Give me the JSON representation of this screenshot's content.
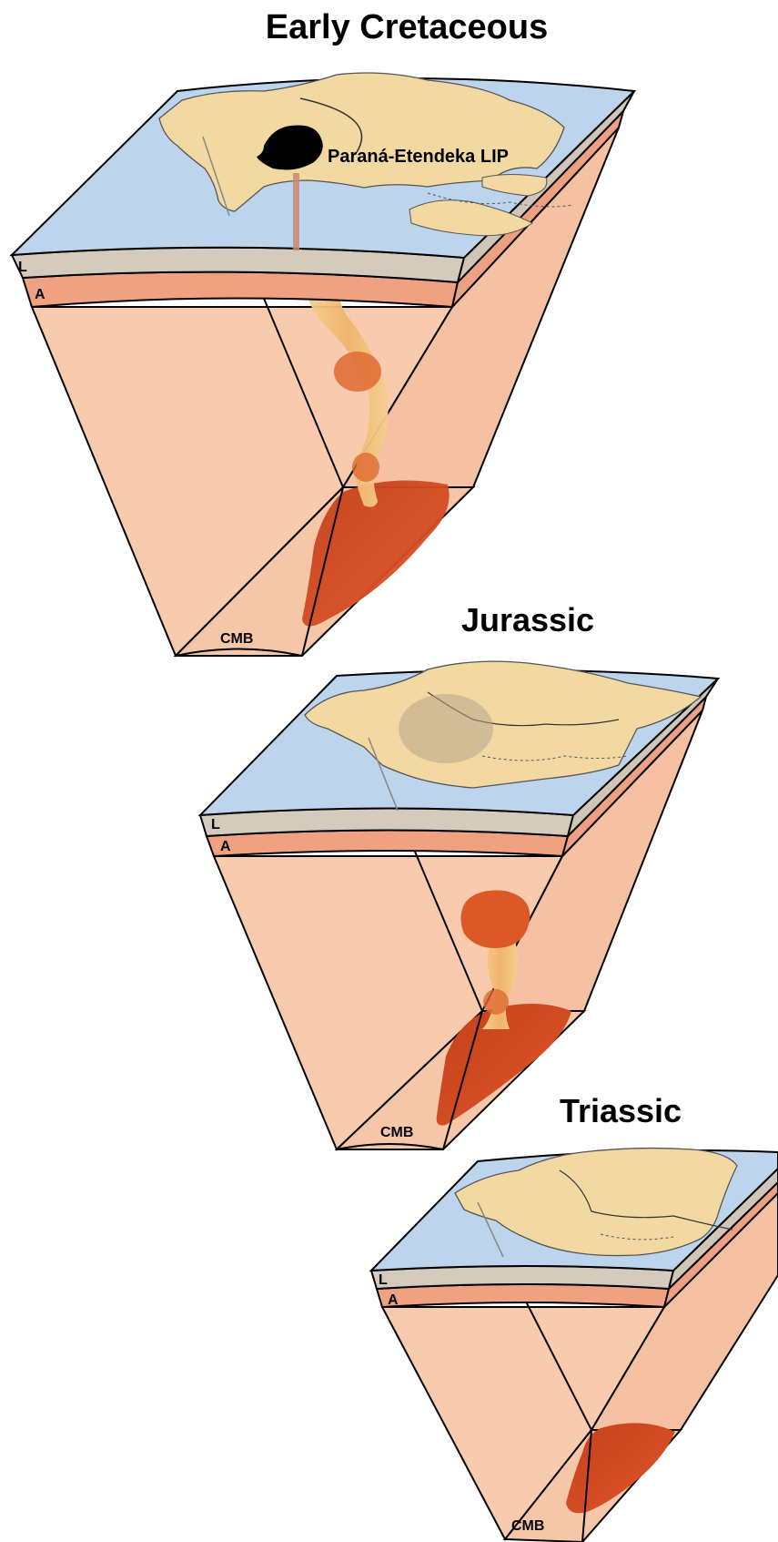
{
  "panels": [
    {
      "title": "Early Cretaceous",
      "labels": {
        "lithosphere": "L",
        "asthenosphere": "A",
        "cmb": "CMB"
      },
      "annotation": "Paraná-Etendeka LIP"
    },
    {
      "title": "Jurassic",
      "labels": {
        "lithosphere": "L",
        "asthenosphere": "A",
        "cmb": "CMB"
      }
    },
    {
      "title": "Triassic",
      "labels": {
        "lithosphere": "L",
        "asthenosphere": "A",
        "cmb": "CMB"
      }
    }
  ],
  "colors": {
    "ocean": "#bcd4ec",
    "land": "#f2d9a2",
    "lithosphere": "#d4cbbd",
    "asthenosphere": "#f0a182",
    "mantle": "#f8cbaf",
    "plume_hot": "#d9501e",
    "plume_stem": "#f2c47e",
    "lip": "#000000"
  }
}
